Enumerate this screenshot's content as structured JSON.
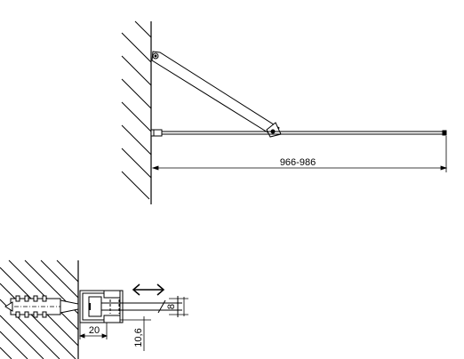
{
  "top_view": {
    "overall_dimension": "966-986"
  },
  "detail_view": {
    "profile_width": "20",
    "glass_thickness": "8",
    "offset_dimension": "10,6"
  }
}
